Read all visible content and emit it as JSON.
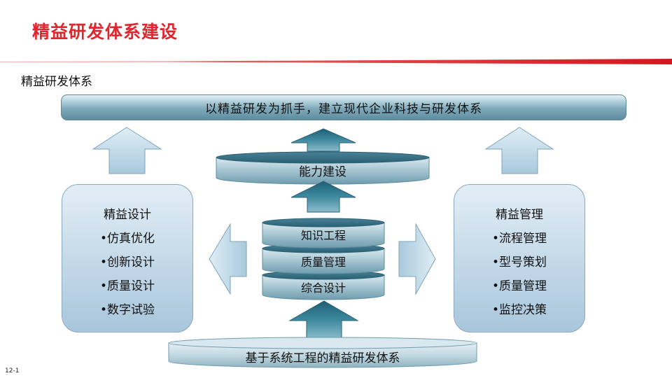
{
  "slide": {
    "title": "精益研发体系建设",
    "subtitle": "精益研发体系",
    "page_number": "12-1"
  },
  "banner": {
    "text": "以精益研发为抓手，建立现代企业科技与研发体系"
  },
  "center": {
    "top_cylinder": "能力建设",
    "stack": [
      "知识工程",
      "质量管理",
      "综合设计"
    ],
    "base": "基于系统工程的精益研发体系"
  },
  "left_panel": {
    "heading": "精益设计",
    "items": [
      "•仿真优化",
      "•创新设计",
      "•质量设计",
      "•数字试验"
    ]
  },
  "right_panel": {
    "heading": "精益管理",
    "items": [
      "•流程管理",
      "•型号策划",
      "•质量管理",
      "•监控决策"
    ]
  },
  "colors": {
    "title_red": "#e0262d",
    "banner_teal": "#5e8d9f",
    "arrow_light": "#bcd6e6",
    "arrow_dark": "#2f7388",
    "panel_blue": "#c8dcea"
  }
}
